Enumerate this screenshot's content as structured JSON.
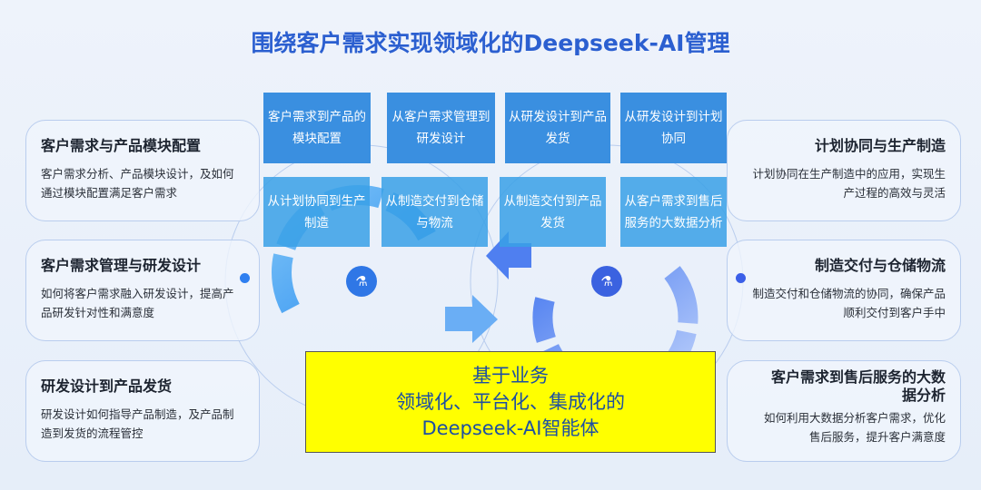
{
  "title": "围绕客户需求实现领域化的Deepseek-AI管理",
  "left_cards": [
    {
      "title": "客户需求与产品模块配置",
      "desc": "客户需求分析、产品模块设计，及如何通过模块配置满足客户需求"
    },
    {
      "title": "客户需求管理与研发设计",
      "desc": "如何将客户需求融入研发设计，提高产品研发针对性和满意度"
    },
    {
      "title": "研发设计到产品发货",
      "desc": "研发设计如何指导产品制造，及产品制造到发货的流程管控"
    }
  ],
  "right_cards": [
    {
      "title": "计划协同与生产制造",
      "desc": "计划协同在生产制造中的应用，实现生产过程的高效与灵活"
    },
    {
      "title": "制造交付与仓储物流",
      "desc": "制造交付和仓储物流的协同，确保产品顺利交付到客户手中"
    },
    {
      "title": "客户需求到售后服务的大数据分析",
      "desc": "如何利用大数据分析客户需求，优化售后服务，提升客户满意度"
    }
  ],
  "boxes": [
    "客户需求到产品的模块配置",
    "从客户需求管理到研发设计",
    "从研发设计到产品发货",
    "从研发设计到计划协同",
    "从计划协同到生产制造",
    "从制造交付到仓储与物流",
    "从制造交付到产品发货",
    "从客户需求到售后服务的大数据分析"
  ],
  "center": {
    "line1": "基于业务",
    "line2": "领域化、平台化、集成化的",
    "line3": "Deepseek-AI智能体"
  }
}
